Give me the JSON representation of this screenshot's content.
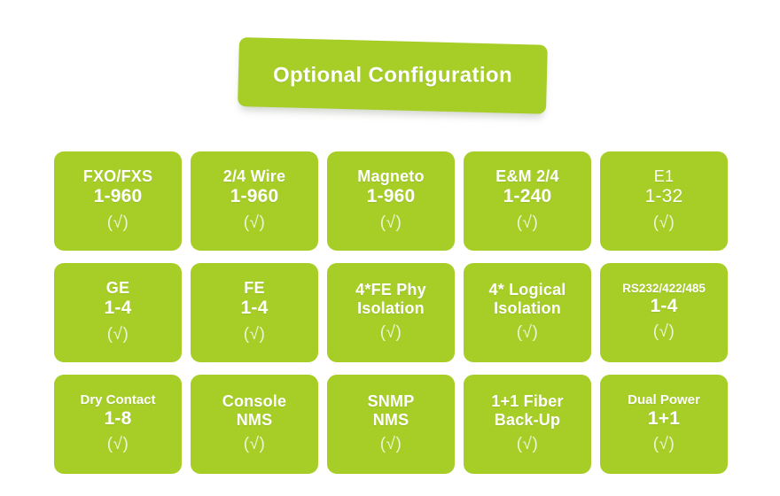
{
  "banner": {
    "title": "Optional Configuration",
    "color": "#a7ce27",
    "text_color": "#ffffff"
  },
  "theme": {
    "card_color": "#a7ce27",
    "card_text_color": "#ffffff",
    "check_color": "#f2f8e0",
    "background": "#ffffff"
  },
  "grid": {
    "columns": 5,
    "rows": 3,
    "cards": [
      {
        "name": "fxo-fxs",
        "lines": [
          {
            "text": "FXO/FXS",
            "size": "sz-sm",
            "weight": "bold"
          },
          {
            "text": "1-960",
            "size": "",
            "weight": "bold"
          }
        ],
        "check": "(√)"
      },
      {
        "name": "2-4-wire",
        "lines": [
          {
            "text": "2/4 Wire",
            "size": "sz-sm",
            "weight": "bold"
          },
          {
            "text": "1-960",
            "size": "",
            "weight": "bold"
          }
        ],
        "check": "(√)"
      },
      {
        "name": "magneto",
        "lines": [
          {
            "text": "Magneto",
            "size": "sz-sm",
            "weight": "bold"
          },
          {
            "text": "1-960",
            "size": "",
            "weight": "bold"
          }
        ],
        "check": "(√)"
      },
      {
        "name": "e-and-m-2-4",
        "lines": [
          {
            "text": "E&M 2/4",
            "size": "sz-sm",
            "weight": "bold"
          },
          {
            "text": "1-240",
            "size": "",
            "weight": "bold"
          }
        ],
        "check": "(√)"
      },
      {
        "name": "e1",
        "lines": [
          {
            "text": "E1",
            "size": "sz-sm",
            "weight": "light"
          },
          {
            "text": "1-32",
            "size": "",
            "weight": "light"
          }
        ],
        "check": "(√)"
      },
      {
        "name": "ge",
        "lines": [
          {
            "text": "GE",
            "size": "sz-sm",
            "weight": "bold"
          },
          {
            "text": "1-4",
            "size": "",
            "weight": "bold"
          }
        ],
        "check": "(√)"
      },
      {
        "name": "fe",
        "lines": [
          {
            "text": "FE",
            "size": "sz-sm",
            "weight": "bold"
          },
          {
            "text": "1-4",
            "size": "",
            "weight": "bold"
          }
        ],
        "check": "(√)"
      },
      {
        "name": "4-fe-phy-isolation",
        "lines": [
          {
            "text": "4*FE Phy",
            "size": "sz-sm",
            "weight": "bold"
          },
          {
            "text": "Isolation",
            "size": "sz-sm",
            "weight": "bold"
          }
        ],
        "check": "(√)"
      },
      {
        "name": "4-logical-isolation",
        "lines": [
          {
            "text": "4* Logical",
            "size": "sz-sm",
            "weight": "bold"
          },
          {
            "text": "Isolation",
            "size": "sz-sm",
            "weight": "bold"
          }
        ],
        "check": "(√)"
      },
      {
        "name": "rs232-422-485",
        "lines": [
          {
            "text": "RS232/422/485",
            "size": "sz-tiny",
            "weight": "bold"
          },
          {
            "text": "1-4",
            "size": "",
            "weight": "bold"
          }
        ],
        "check": "(√)"
      },
      {
        "name": "dry-contact",
        "lines": [
          {
            "text": "Dry Contact",
            "size": "sz-xs",
            "weight": "bold"
          },
          {
            "text": "1-8",
            "size": "",
            "weight": "bold"
          }
        ],
        "check": "(√)"
      },
      {
        "name": "console-nms",
        "lines": [
          {
            "text": "Console",
            "size": "sz-sm",
            "weight": "bold"
          },
          {
            "text": "NMS",
            "size": "sz-sm",
            "weight": "bold"
          }
        ],
        "check": "(√)"
      },
      {
        "name": "snmp-nms",
        "lines": [
          {
            "text": "SNMP",
            "size": "sz-sm",
            "weight": "bold"
          },
          {
            "text": "NMS",
            "size": "sz-sm",
            "weight": "bold"
          }
        ],
        "check": "(√)"
      },
      {
        "name": "1-plus-1-fiber-backup",
        "lines": [
          {
            "text": "1+1 Fiber",
            "size": "sz-sm",
            "weight": "bold"
          },
          {
            "text": "Back-Up",
            "size": "sz-sm",
            "weight": "bold"
          }
        ],
        "check": "(√)"
      },
      {
        "name": "dual-power",
        "lines": [
          {
            "text": "Dual Power",
            "size": "sz-xs",
            "weight": "bold"
          },
          {
            "text": "1+1",
            "size": "",
            "weight": "bold"
          }
        ],
        "check": "(√)"
      }
    ]
  }
}
